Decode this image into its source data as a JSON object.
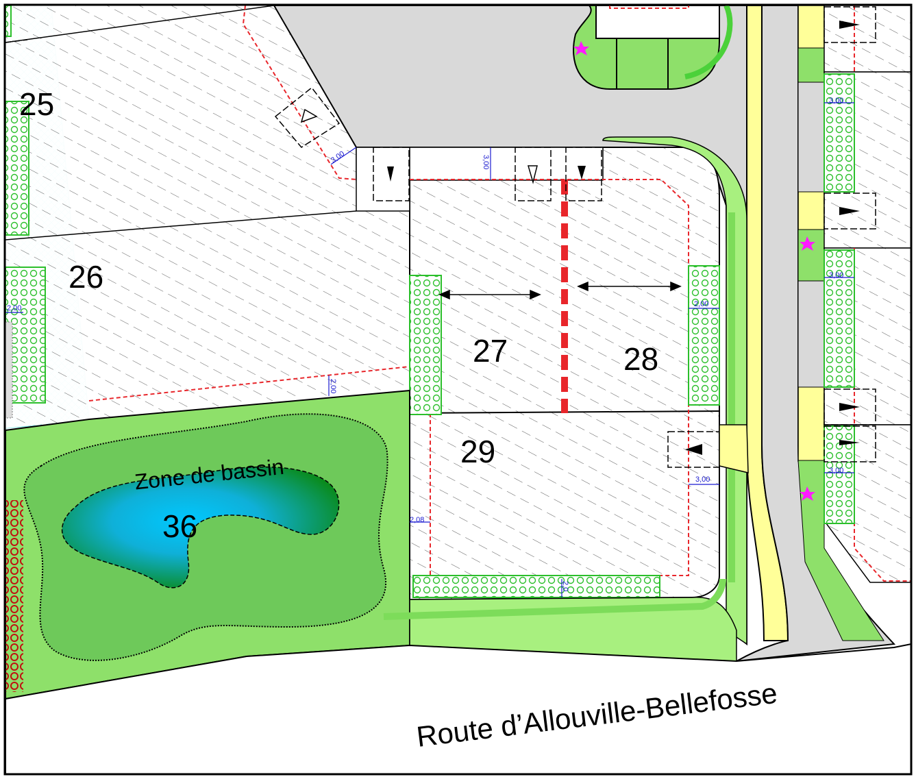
{
  "plan": {
    "lots": [
      {
        "id": "lot-25",
        "label": "25"
      },
      {
        "id": "lot-26",
        "label": "26"
      },
      {
        "id": "lot-27",
        "label": "27"
      },
      {
        "id": "lot-28",
        "label": "28"
      },
      {
        "id": "lot-29",
        "label": "29"
      },
      {
        "id": "lot-36",
        "label": "36"
      }
    ],
    "zone_label": "Zone de bassin",
    "road_label": "Route d’Allouville-Bellefosse",
    "dimensions": [
      "3,00",
      "3,00",
      "2,00",
      "3,00",
      "2,00",
      "3,00",
      "3,00",
      "3,00",
      "2,08",
      "2,0",
      "2,00"
    ],
    "colors": {
      "green_space": "#8ee06a",
      "light_green": "#a8f07f",
      "hedge": "#4bd13a",
      "road": "#d9d9d9",
      "yellow_strip": "#ffff99",
      "setback_line": "#e8262b",
      "water": "#00c8ff",
      "marker": "#ff1aff"
    }
  }
}
